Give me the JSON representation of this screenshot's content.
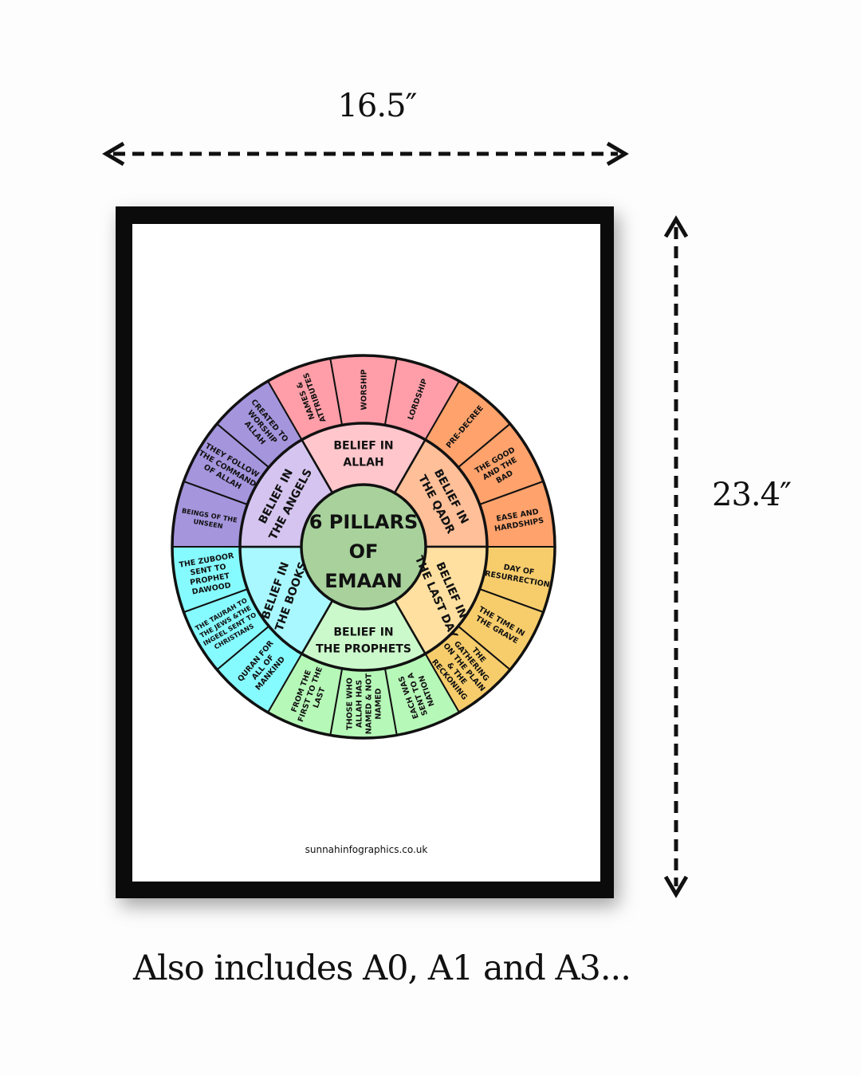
{
  "dimensions": {
    "width_label": "16.5″",
    "height_label": "23.4″"
  },
  "tagline": "Also includes A0, A1 and A3...",
  "poster": {
    "url": "sunnahinfographics.co.uk",
    "center": {
      "lines": [
        "6 PILLARS",
        "OF",
        "EMAAN"
      ],
      "color": "#a8d19c"
    },
    "pillars": [
      {
        "label": [
          "BELIEF IN",
          "ALLAH"
        ],
        "inner_color": "#ffc6cc",
        "outer_color": "#ff9ea8",
        "items": [
          [
            "NAMES &",
            "ATTRIBUTES"
          ],
          [
            "WORSHIP"
          ],
          [
            "LORDSHIP"
          ]
        ]
      },
      {
        "label": [
          "BELIEF IN",
          "THE QADR"
        ],
        "inner_color": "#ffbf98",
        "outer_color": "#ffa26c",
        "items": [
          [
            "PRE-DECREE"
          ],
          [
            "THE GOOD",
            "AND THE",
            "BAD"
          ],
          [
            "EASE AND",
            "HARDSHIPS"
          ]
        ]
      },
      {
        "label": [
          "BELIEF IN",
          "THE LAST DAY"
        ],
        "inner_color": "#ffe0a0",
        "outer_color": "#f7cd6c",
        "items": [
          [
            "DAY OF",
            "RESURRECTION"
          ],
          [
            "THE TIME IN",
            "THE GRAVE"
          ],
          [
            "THE",
            "GATHERING",
            "ON THE PLAIN",
            "& THE",
            "RECKONING"
          ]
        ]
      },
      {
        "label": [
          "BELIEF IN",
          "THE PROPHETS"
        ],
        "inner_color": "#ccf9cc",
        "outer_color": "#b6f8b8",
        "items": [
          [
            "EACH WAS",
            "SENT TO A",
            "NATION"
          ],
          [
            "THOSE WHO",
            "ALLAH HAS",
            "NAMED & NOT",
            "NAMED"
          ],
          [
            "FROM THE",
            "FIRST TO THE",
            "LAST"
          ]
        ]
      },
      {
        "label": [
          "BELIEF IN",
          "THE BOOKS"
        ],
        "inner_color": "#a9f8ff",
        "outer_color": "#86fbff",
        "items": [
          [
            "QURAN FOR",
            "ALL OF",
            "MANKIND"
          ],
          [
            "THE TAURAH TO",
            "THE JEWS &THE",
            "INGEEL SENT TO",
            "CHRISTIANS"
          ],
          [
            "THE ZUBOOR",
            "SENT TO",
            "PROPHET",
            "DAWOOD"
          ]
        ]
      },
      {
        "label": [
          "BELIEF IN",
          "THE ANGELS"
        ],
        "inner_color": "#d4c4ef",
        "outer_color": "#a595dd",
        "items": [
          [
            "BEINGS OF THE",
            "UNSEEN"
          ],
          [
            "THEY FOLLOW",
            "THE COMMAND",
            "OF ALLAH"
          ],
          [
            "CREATED TO",
            "WORSHIP",
            "ALLAH"
          ]
        ]
      }
    ]
  }
}
